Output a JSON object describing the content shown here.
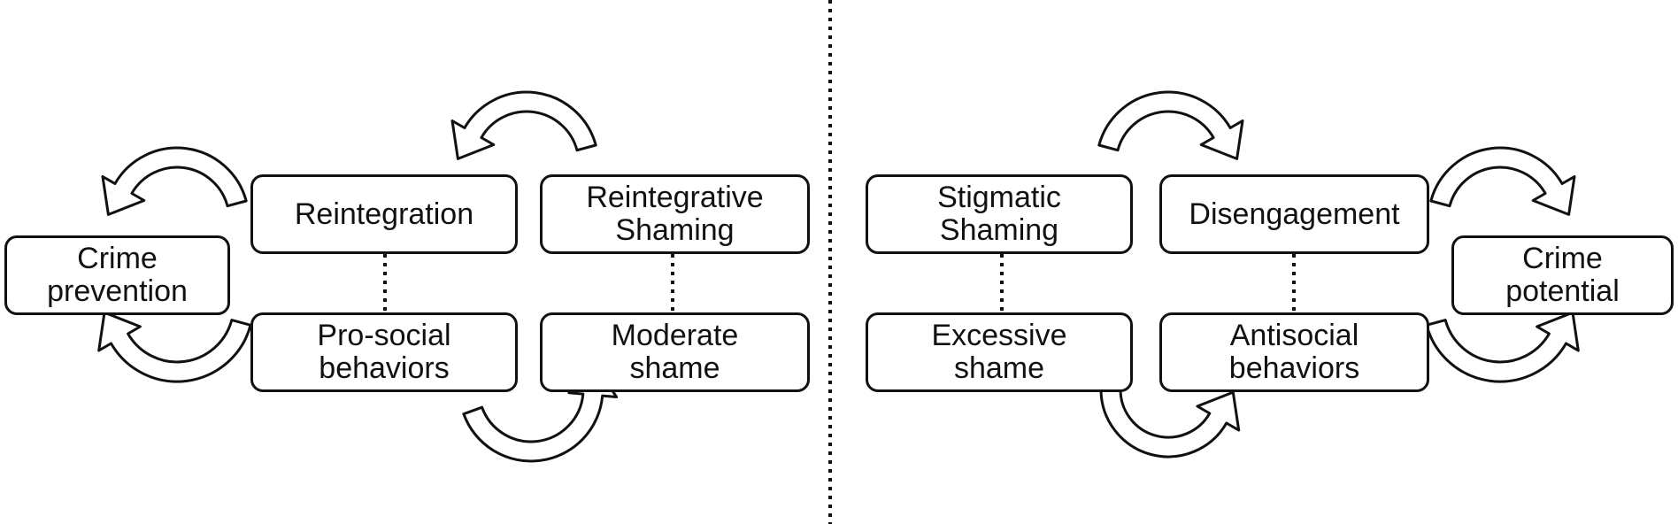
{
  "colors": {
    "stroke": "#111111",
    "fill": "#ffffff",
    "background": "#ffffff"
  },
  "left": {
    "crime_prevention": [
      "Crime",
      "prevention"
    ],
    "reintegration": [
      "Reintegration"
    ],
    "reintegrative_shaming": [
      "Reintegrative",
      "Shaming"
    ],
    "pro_social_behaviors": [
      "Pro-social",
      "behaviors"
    ],
    "moderate_shame": [
      "Moderate",
      "shame"
    ]
  },
  "right": {
    "stigmatic_shaming": [
      "Stigmatic",
      "Shaming"
    ],
    "disengagement": [
      "Disengagement"
    ],
    "excessive_shame": [
      "Excessive",
      "shame"
    ],
    "antisocial_behaviors": [
      "Antisocial",
      "behaviors"
    ],
    "crime_potential": [
      "Crime",
      "potential"
    ]
  },
  "icons": {
    "arrow": "curved-arrow-icon"
  }
}
